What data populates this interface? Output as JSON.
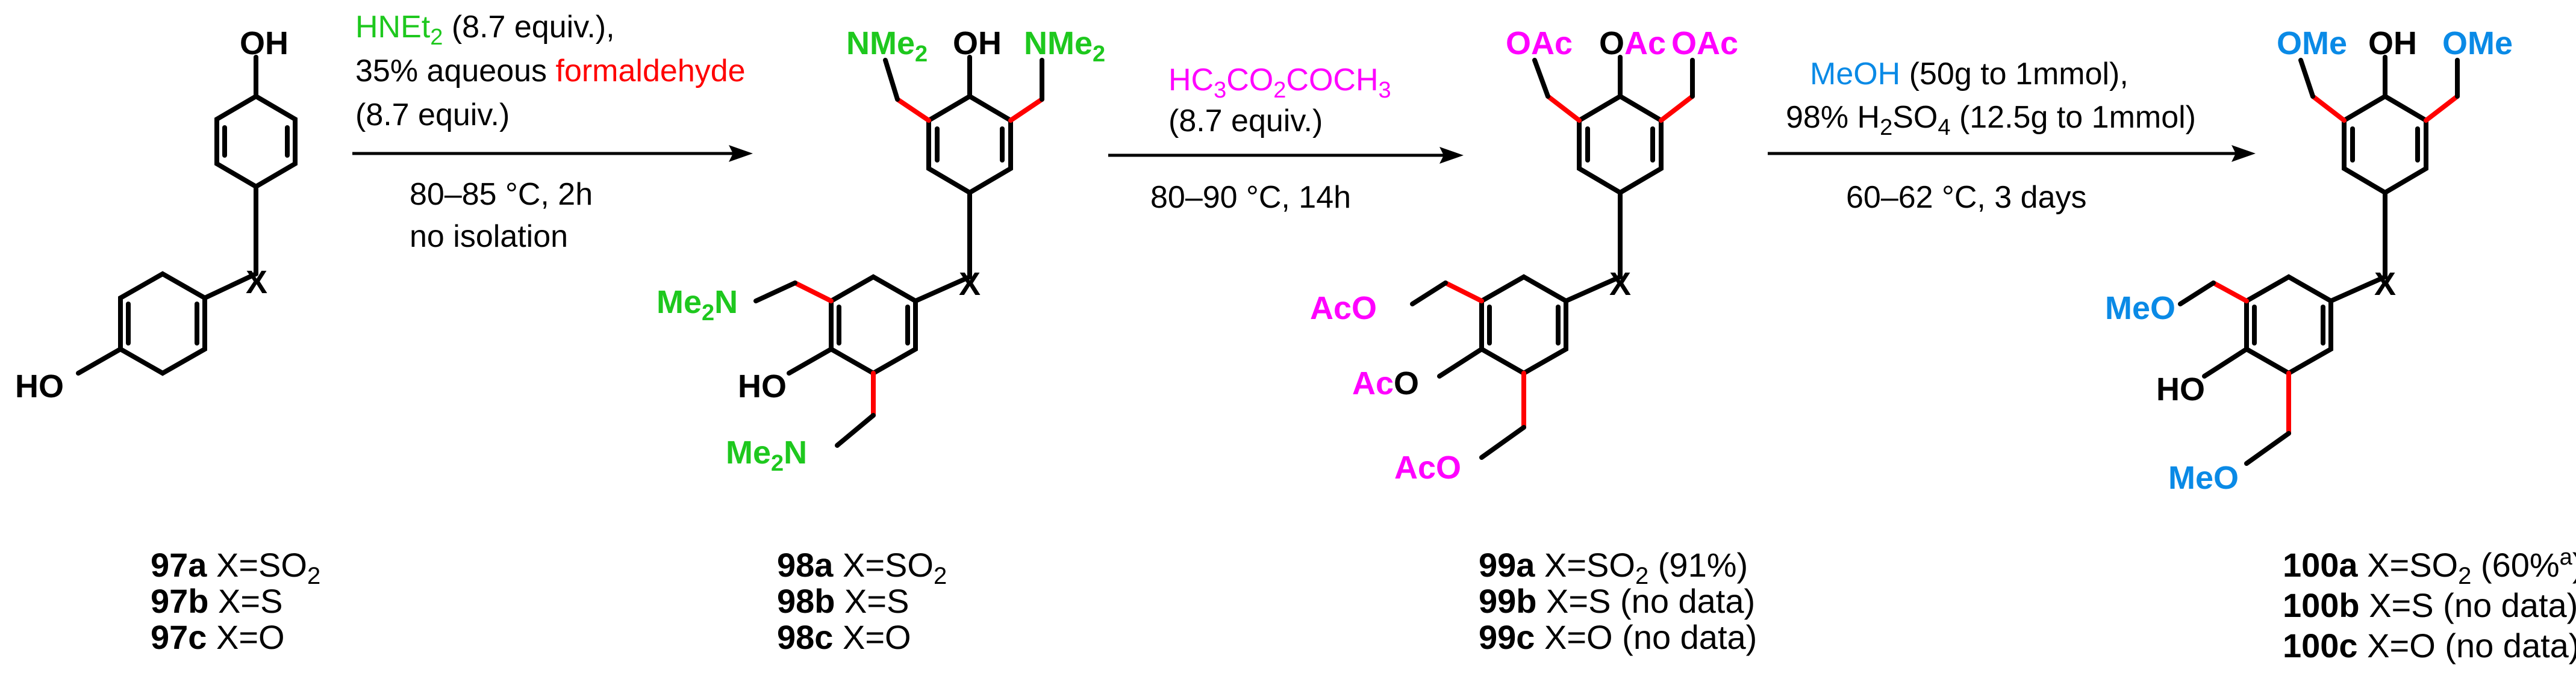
{
  "atoms": {
    "oh": "OH",
    "ho": "HO",
    "x": "X",
    "nme2": "NMe",
    "nme2_sub": "2",
    "me2n": "Me",
    "me2n_sub": "2",
    "me2n_n": "N",
    "oac": "OAc",
    "aco": "AcO",
    "ac": "Ac",
    "o": "O",
    "ome": "OMe",
    "meo": "MeO"
  },
  "colors": {
    "green": "#1ec81e",
    "red": "#ff0000",
    "magenta": "#ff00ff",
    "blue": "#0a8ae6",
    "black": "#000000"
  },
  "step1": {
    "reagent_a": "HNEt",
    "reagent_a_sub": "2",
    "reagent_a_rest": " (8.7 equiv.),",
    "line2_a": "35% aqueous ",
    "line2_b": "formaldehyde",
    "line3": "(8.7 equiv.)",
    "line4": "80–85 °C, 2h",
    "line5": "no isolation"
  },
  "step2": {
    "r1": "HC",
    "r1_sub1": "3",
    "r2": "CO",
    "r2_sub2": "2",
    "r3": "COCH",
    "r3_sub3": "3",
    "line2": "(8.7 equiv.)",
    "line3": "80–90 °C, 14h"
  },
  "step3": {
    "reagent": "MeOH",
    "line1_rest": " (50g to 1mmol),",
    "line2_a": "98% H",
    "line2_sub1": "2",
    "line2_b": "SO",
    "line2_sub2": "4",
    "line2_c": " (12.5g to 1mmol)",
    "line3": "60–62 °C, 3 days"
  },
  "labels": {
    "c97a": "97a",
    "c97a_x": " X=SO",
    "c97a_sub": "2",
    "c97b": "97b",
    "c97b_x": " X=S",
    "c97c": "97c",
    "c97c_x": " X=O",
    "c98a": "98a",
    "c98a_x": " X=SO",
    "c98a_sub": "2",
    "c98b": "98b",
    "c98b_x": " X=S",
    "c98c": "98c",
    "c98c_x": " X=O",
    "c99a": "99a",
    "c99a_x": " X=SO",
    "c99a_sub": "2",
    "c99a_y": " (91%)",
    "c99b": "99b",
    "c99b_x": " X=S (no data)",
    "c99c": "99c",
    "c99c_x": " X=O (no data)",
    "c100a": "100a",
    "c100a_x": " X=SO",
    "c100a_sub": "2",
    "c100a_y": " (60%",
    "c100a_sup": "a",
    "c100a_z": ")",
    "c100b": "100b",
    "c100b_x": " X=S (no data)",
    "c100c": "100c",
    "c100c_x": " X=O (no data)"
  }
}
